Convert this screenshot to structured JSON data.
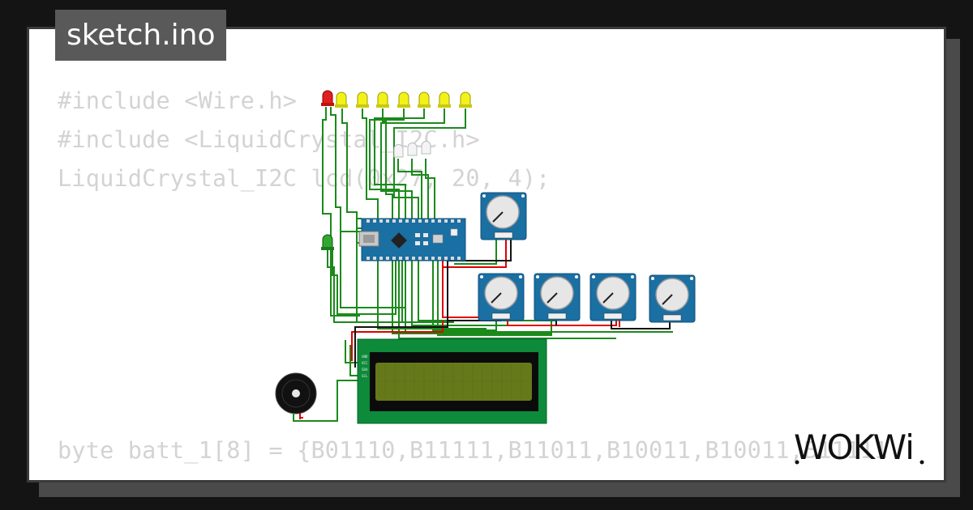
{
  "file_tab": {
    "label": "sketch.ino"
  },
  "code": {
    "line1": "#include <Wire.h>",
    "line2": "#include <LiquidCrystal_I2C.h>",
    "line3": "LiquidCrystal_I2C lcd(0x27, 20, 4);",
    "line4": "byte batt_1[8] = {B01110,B11111,B11011,B10011,B10011,B11111"
  },
  "brand": {
    "logo": "WOKWi"
  },
  "lcd": {
    "pins": [
      "GND",
      "VCC",
      "SDA",
      "SCL"
    ]
  },
  "colors": {
    "wire_green": "#1b8a1b",
    "wire_red": "#e00000",
    "wire_black": "#111111",
    "pcb_blue": "#1a6fa3",
    "lcd_green": "#0e8a3b",
    "lcd_screen": "#66791a"
  }
}
